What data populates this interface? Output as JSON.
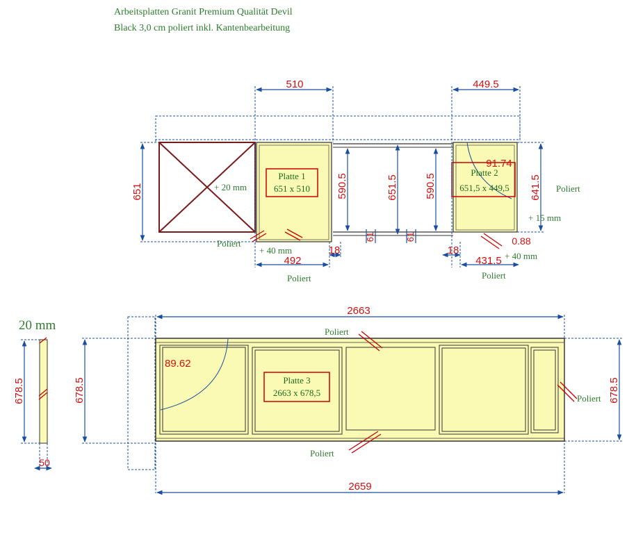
{
  "header": {
    "line1": "Arbeitsplatten Granit Premium Qualität Devil",
    "line2": "Black 3,0 cm poliert inkl. Kantenbearbeitung"
  },
  "colors": {
    "slab_fill": "#fafab4",
    "dim_red": "#d01010",
    "guide_blue": "#1a4fa0",
    "label_green": "#2e7d2e",
    "blocked_brown": "#7a1a1a"
  },
  "top": {
    "dims": {
      "w510": "510",
      "w449": "449.5",
      "h651": "651",
      "h590a": "590.5",
      "h651b": "651.5",
      "h590b": "590.5",
      "h641": "641.5",
      "d61a": "61",
      "d61b": "61",
      "d18a": "18",
      "d18b": "18",
      "w492": "492",
      "w431": "431.5",
      "r91": "91.74",
      "d088": "0.88"
    },
    "plate1": {
      "name": "Platte 1",
      "size": "651 x 510"
    },
    "plate2": {
      "name": "Platte 2",
      "size": "651,5 x 449,5"
    },
    "notes": {
      "plus20": "+ 20 mm",
      "plus40a": "+ 40 mm",
      "plus40b": "+ 40 mm",
      "plus15": "+ 15 mm",
      "poliert_left": "Poliert",
      "poliert_bottom1": "Poliert",
      "poliert_bottom2": "Poliert",
      "poliert_right": "Poliert"
    }
  },
  "bottom": {
    "dims": {
      "w2663": "2663",
      "w2659": "2659",
      "h678left": "678.5",
      "h678side": "678.5",
      "h678right": "678.5",
      "r89": "89.62",
      "d50": "50"
    },
    "plate3": {
      "name": "Platte 3",
      "size": "2663 x 678,5"
    },
    "side": {
      "thickness": "20 mm"
    },
    "notes": {
      "poliert_top": "Poliert",
      "poliert_right": "Poliert",
      "poliert_bottom": "Poliert"
    }
  }
}
